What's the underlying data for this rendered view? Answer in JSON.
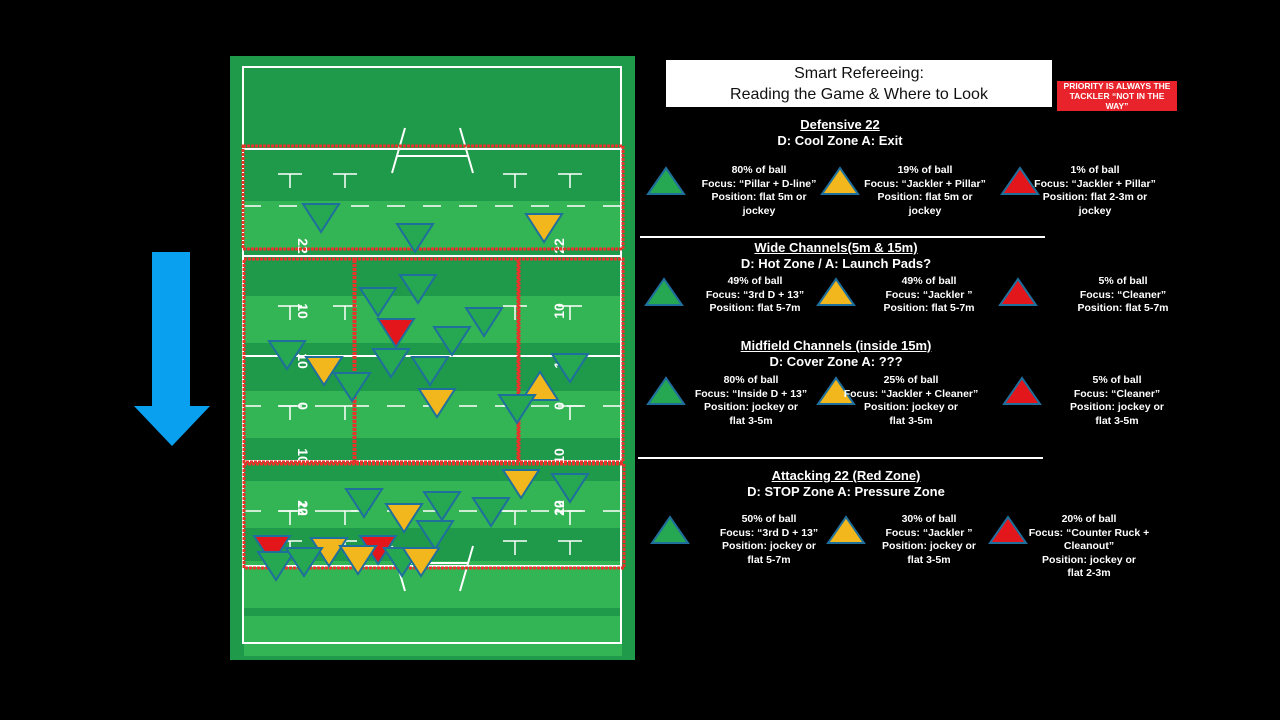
{
  "header": {
    "title_line1": "Smart Refereeing:",
    "title_line2": "Reading the Game & Where to Look",
    "priority_line1": "PRIORITY IS ALWAYS THE",
    "priority_line2": "TACKLER “NOT IN THE",
    "priority_line3": "WAY”"
  },
  "pitch": {
    "markings": [
      "22",
      "10",
      "10",
      "0",
      "10",
      "10",
      "22"
    ]
  },
  "colors": {
    "grass_dark": "#1f9a4a",
    "grass_light": "#33b455",
    "zone_line": "#e8332b",
    "green_marker": "#26a852",
    "yellow_marker": "#f2b71d",
    "red_marker": "#e3161c",
    "marker_outline": "#1f6f9c",
    "arrow": "#0aa0f0"
  },
  "icons": {
    "direction_arrow": "down-arrow-icon",
    "player_marker": "triangle-icon"
  },
  "sections": [
    {
      "title": "Defensive 22",
      "subtitle": "D: Cool Zone A: Exit",
      "items": [
        {
          "color": "green",
          "lines": [
            "80% of ball",
            "Focus: “Pillar + D-line”",
            "Position: flat 5m or",
            "jockey"
          ]
        },
        {
          "color": "yellow",
          "lines": [
            "19% of ball",
            "Focus: “Jackler + Pillar”",
            "Position: flat 5m or",
            "jockey"
          ]
        },
        {
          "color": "red",
          "lines": [
            "1% of ball",
            "Focus: “Jackler + Pillar”",
            "Position: flat 2-3m or",
            "jockey"
          ]
        }
      ]
    },
    {
      "title": "Wide Channels(5m & 15m)",
      "subtitle": "D: Hot Zone / A: Launch Pads?",
      "items": [
        {
          "color": "green",
          "lines": [
            "49% of ball",
            "Focus: “3rd D + 13”",
            "Position: flat 5-7m"
          ]
        },
        {
          "color": "yellow",
          "lines": [
            "49% of ball",
            "Focus: “Jackler ”",
            "Position: flat 5-7m"
          ]
        },
        {
          "color": "red",
          "lines": [
            "5% of ball",
            "Focus: “Cleaner”",
            "Position: flat 5-7m"
          ]
        }
      ]
    },
    {
      "title": "Midfield Channels (inside 15m)",
      "subtitle": "D: Cover Zone A: ???",
      "items": [
        {
          "color": "green",
          "lines": [
            "80% of ball",
            "Focus: “Inside D + 13”",
            "Position: jockey or",
            "flat 3-5m"
          ]
        },
        {
          "color": "yellow",
          "lines": [
            "25% of ball",
            "Focus: “Jackler + Cleaner”",
            "Position: jockey or",
            "flat 3-5m"
          ]
        },
        {
          "color": "red",
          "lines": [
            "5% of ball",
            "Focus: “Cleaner”",
            "Position: jockey or",
            "flat 3-5m"
          ]
        }
      ]
    },
    {
      "title": "Attacking 22 (Red Zone)",
      "subtitle": "D: STOP Zone A: Pressure Zone",
      "items": [
        {
          "color": "green",
          "lines": [
            "50% of ball",
            "Focus: “3rd D + 13”",
            "Position: jockey or",
            "flat 5-7m"
          ]
        },
        {
          "color": "yellow",
          "lines": [
            "30% of ball",
            "Focus: “Jackler ”",
            "Position: jockey or",
            "flat 3-5m"
          ]
        },
        {
          "color": "red",
          "lines": [
            "20% of ball",
            "Focus: “Counter Ruck +",
            "Cleanout”",
            "Position: jockey or",
            "flat 2-3m"
          ]
        }
      ]
    }
  ]
}
